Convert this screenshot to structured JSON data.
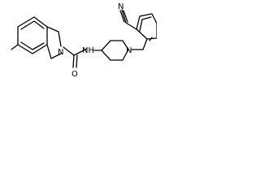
{
  "molecule": {
    "atom_labels": {
      "methyl": "",
      "indoline_n": "N",
      "carbonyl_o": "O",
      "amide_nh": "NH",
      "piperidine_n": "N",
      "nitrile_n": "N"
    }
  }
}
